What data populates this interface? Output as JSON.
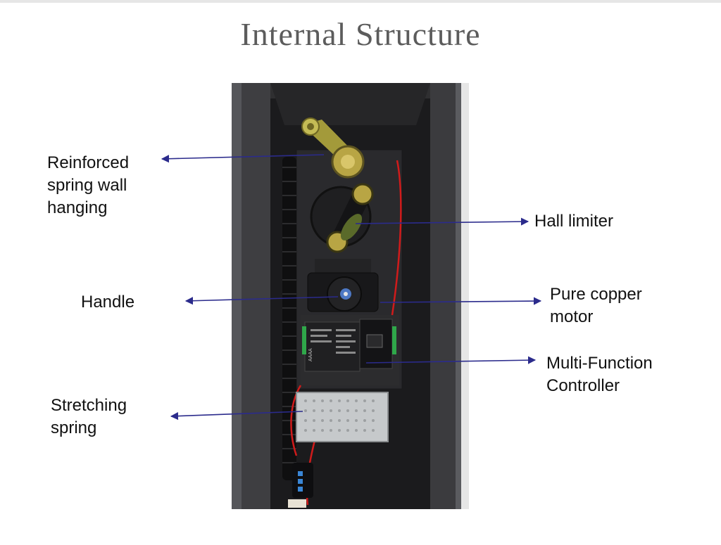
{
  "title": "Internal Structure",
  "labels": {
    "reinforced_spring_wall_hanging": "Reinforced\nspring wall\nhanging",
    "hall_limiter": "Hall limiter",
    "handle": "Handle",
    "pure_copper_motor": "Pure copper\nmotor",
    "multi_function_controller": "Multi-Function\nController",
    "stretching_spring": "Stretching\nspring"
  },
  "colors": {
    "arrow": "#2b2b8c",
    "title": "#5c5c5c",
    "label": "#111111",
    "enclosure": "#3a3a3a",
    "interior": "#1a1a1a",
    "wire_red": "#d01b1b",
    "terminal_green": "#2fa84a",
    "power_supply": "#cfd2d4"
  },
  "photo": {
    "part_text": "AAAA"
  }
}
